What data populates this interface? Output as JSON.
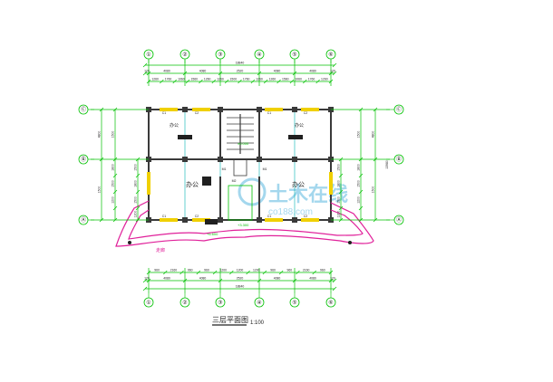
{
  "colors": {
    "background": "#ffffff",
    "dimension": "#00c000",
    "grid": "#00b0b0",
    "wall": "#3a3a3a",
    "window": "#f0d000",
    "walkway": "#e0209a",
    "label": "#202020",
    "watermark": "#5ab8e0"
  },
  "title": {
    "main": "三层平面图",
    "scale": "1:100"
  },
  "axes": {
    "columns": [
      "①",
      "②",
      "③",
      "④",
      "⑤",
      "⑥"
    ],
    "rows": [
      "Ⓐ",
      "Ⓑ",
      "Ⓒ"
    ]
  },
  "dimensions": {
    "top_total": "18840",
    "top_bays": [
      "4080",
      "4080",
      "2520",
      "4080",
      "4080"
    ],
    "top_edges": [
      "120",
      "120"
    ],
    "top_detail": [
      "1260",
      "1760",
      "1060",
      "1560",
      "1260",
      "1260",
      "1500",
      "1760",
      "1260",
      "1260",
      "1560",
      "1060",
      "1760",
      "1260"
    ],
    "bottom_detail": [
      "960",
      "2160",
      "960",
      "960",
      "1200",
      "1200",
      "1200",
      "960",
      "960",
      "2160",
      "960"
    ],
    "bottom_bays": [
      "4080",
      "4080",
      "2520",
      "4080",
      "4080"
    ],
    "bottom_total": "18840",
    "bottom_edges": [
      "120",
      "120"
    ],
    "left_outer": [
      "4800",
      "1500"
    ],
    "left_inner": [
      "1500",
      "1800",
      "1500",
      "1200"
    ],
    "right_outer": [
      "4800",
      "1500"
    ],
    "right_inner": [
      "1500",
      "1800",
      "1500",
      "1200"
    ],
    "side_total": "13980"
  },
  "rooms": [
    "办公",
    "办公",
    "办公",
    "办公"
  ],
  "level_marks": [
    "±0.000",
    "+3.300",
    "+6.600"
  ],
  "window_tags": [
    "C1",
    "C2",
    "C1",
    "C2",
    "C1",
    "C2",
    "C1",
    "C2",
    "M1",
    "M1",
    "M2"
  ],
  "watermark": {
    "cn": "土木在线",
    "en": "co188.com"
  },
  "walkway_label": "走廊"
}
